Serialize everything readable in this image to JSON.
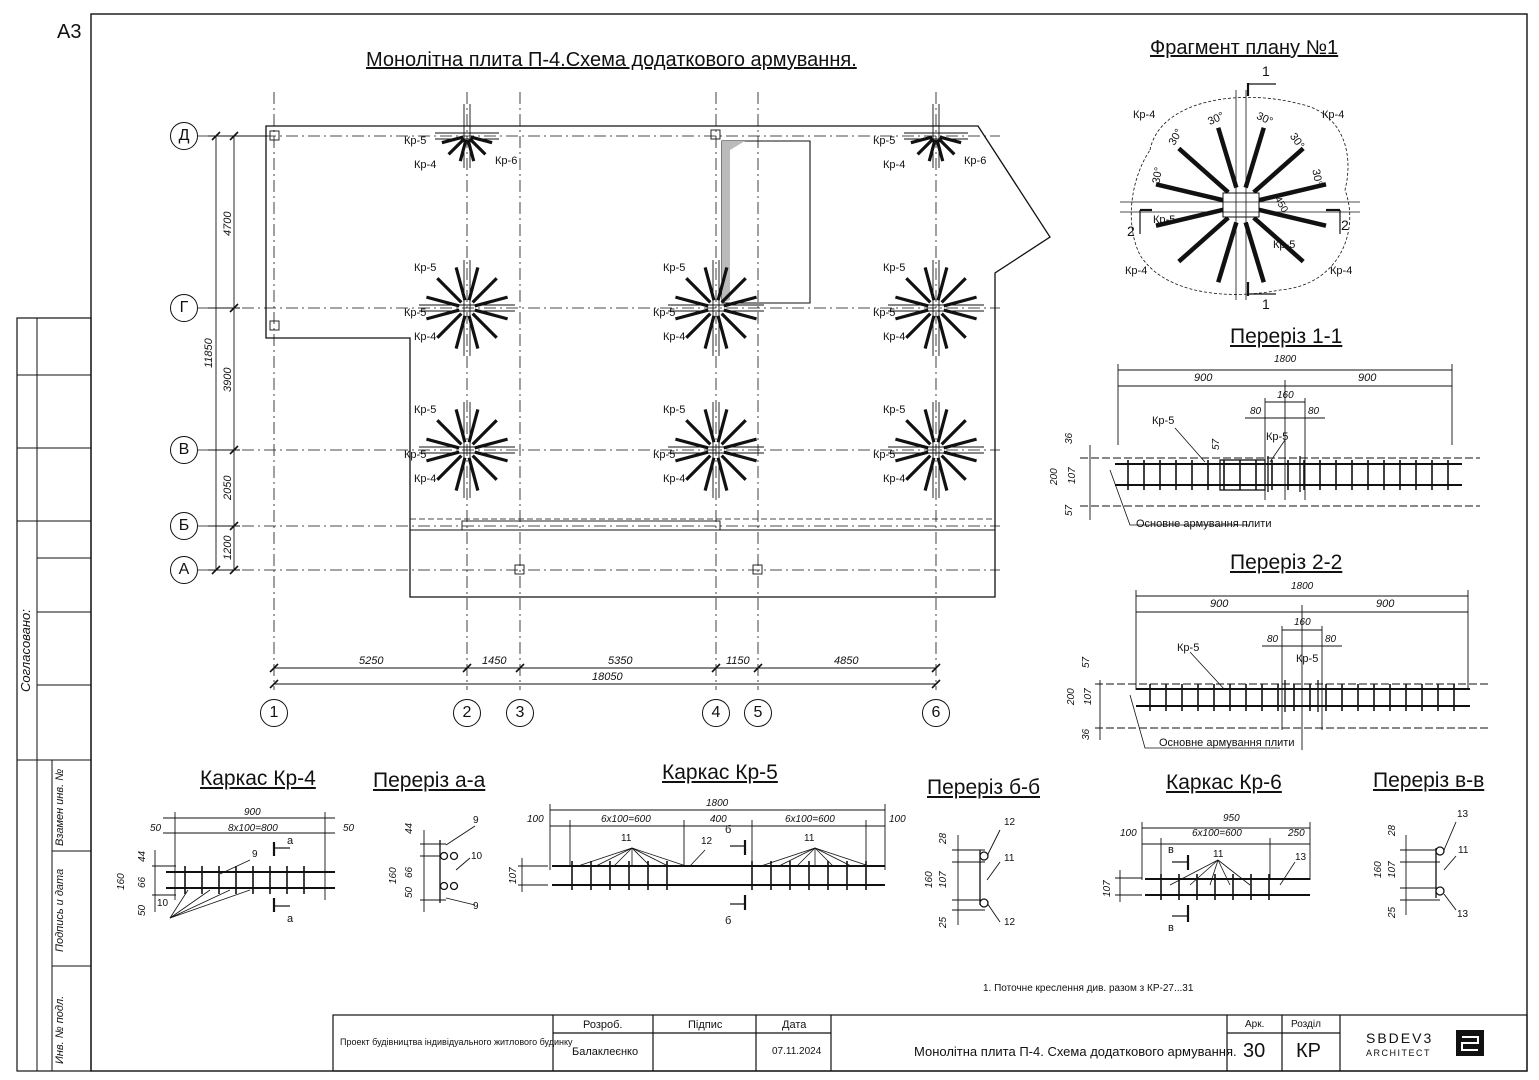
{
  "sheet_format": "A3",
  "main_title": "Монолітна плита П-4.Схема додаткового армування.",
  "fragment_title": "Фрагмент плану №1",
  "section_1_title": "Переріз 1-1",
  "section_2_title": "Переріз 2-2",
  "frame_kr4_title": "Каркас Кр-4",
  "section_aa_title": "Переріз а-а",
  "frame_kr5_title": "Каркас Кр-5",
  "section_bb_title": "Переріз б-б",
  "frame_kr6_title": "Каркас Кр-6",
  "section_vv_title": "Переріз в-в",
  "axes_rows": [
    "Д",
    "Г",
    "В",
    "Б",
    "А"
  ],
  "axes_cols": [
    "1",
    "2",
    "3",
    "4",
    "5",
    "6"
  ],
  "row_dims": [
    "4700",
    "3900",
    "2050",
    "1200"
  ],
  "row_total": "11850",
  "col_dims": [
    "5250",
    "1450",
    "5350",
    "1150",
    "4850"
  ],
  "col_total": "18050",
  "labels": {
    "kr4": "Кр-4",
    "kr5": "Кр-5",
    "kr6": "Кр-6"
  },
  "fragment": {
    "angle": "30°",
    "dim45": "450",
    "cut1": "1",
    "cut2": "2"
  },
  "section11": {
    "d1800": "1800",
    "d900a": "900",
    "d900b": "900",
    "d160": "160",
    "d80a": "80",
    "d80b": "80",
    "h36": "36",
    "h200": "200",
    "h107": "107",
    "h57": "57",
    "h57b": "57",
    "base_label": "Основне армування плити"
  },
  "section22": {
    "d1800": "1800",
    "d900a": "900",
    "d900b": "900",
    "d160": "160",
    "d80a": "80",
    "d80b": "80",
    "h57": "57",
    "h200": "200",
    "h107": "107",
    "h36": "36",
    "base_label": "Основне армування плити"
  },
  "kr4": {
    "d900": "900",
    "d50a": "50",
    "d50b": "50",
    "d8x100": "8x100=800",
    "h44": "44",
    "h160": "160",
    "h66": "66",
    "h50": "50",
    "n9": "9",
    "n10": "10",
    "cut": "а"
  },
  "aa": {
    "h44": "44",
    "h160": "160",
    "h66": "66",
    "h50": "50",
    "n9a": "9",
    "n10": "10",
    "n9b": "9"
  },
  "kr5": {
    "d1800": "1800",
    "d100a": "100",
    "d100b": "100",
    "d6x100a": "6x100=600",
    "d400": "400",
    "d6x100b": "6x100=600",
    "h107": "107",
    "n11a": "11",
    "n11b": "11",
    "n12": "12",
    "cut": "б"
  },
  "bb": {
    "h28": "28",
    "h160": "160",
    "h107": "107",
    "h25": "25",
    "n12a": "12",
    "n11": "11",
    "n12b": "12"
  },
  "kr6": {
    "d950": "950",
    "d100": "100",
    "d6x100": "6x100=600",
    "d250": "250",
    "h107": "107",
    "n11": "11",
    "n13": "13",
    "cut": "в"
  },
  "vv": {
    "h28": "28",
    "h160": "160",
    "h107": "107",
    "h25": "25",
    "n13a": "13",
    "n11": "11",
    "n13b": "13"
  },
  "note": "1.       Поточне креслення див. разом з КР-27...31",
  "side_table": {
    "agreed": "Согласовано:",
    "replace": "Взамен инв. №",
    "sign_date": "Подпись и дата",
    "inv_no": "Инв. № подл."
  },
  "title_block": {
    "project": "Проект будівництва індивідуального житлового будинку",
    "dev_label": "Розроб.",
    "sign_label": "Підпис",
    "date_label": "Дата",
    "author": "Балаклеєнко",
    "date": "07.11.2024",
    "sheet_title": "Монолітна плита П-4. Схема додаткового армування.",
    "sheet_label": "Арк.",
    "section_label": "Розділ",
    "sheet_no": "30",
    "section": "КР",
    "company_line1": "SBDEV3",
    "company_line2": "ARCHITECT"
  }
}
